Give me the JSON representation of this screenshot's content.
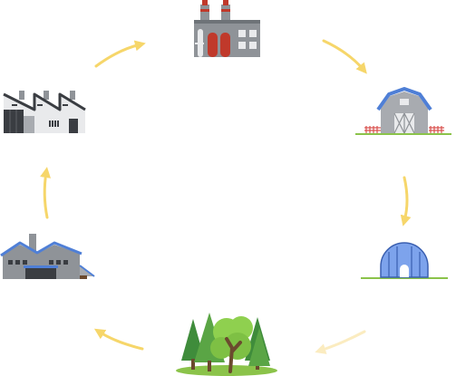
{
  "diagram": {
    "type": "cycle",
    "nodes": [
      {
        "id": "power-plant",
        "icon": "power-plant-icon"
      },
      {
        "id": "barn",
        "icon": "barn-icon"
      },
      {
        "id": "greenhouse",
        "icon": "greenhouse-icon"
      },
      {
        "id": "forest",
        "icon": "forest-icon"
      },
      {
        "id": "warehouse",
        "icon": "warehouse-icon"
      },
      {
        "id": "factory",
        "icon": "factory-icon"
      }
    ],
    "edges": [
      {
        "from": "power-plant",
        "to": "barn"
      },
      {
        "from": "barn",
        "to": "greenhouse"
      },
      {
        "from": "greenhouse",
        "to": "forest"
      },
      {
        "from": "forest",
        "to": "warehouse"
      },
      {
        "from": "warehouse",
        "to": "factory"
      },
      {
        "from": "factory",
        "to": "power-plant"
      }
    ]
  },
  "colors": {
    "arrow": "#f6d66a",
    "arrow_faded": "#fbecc0",
    "building_gray": "#8f9398",
    "building_light": "#e9eaec",
    "roof_blue": "#4f7fd6",
    "tree_green": "#6fb84a",
    "tree_dark": "#3f8c3b",
    "trunk": "#6b4a2e",
    "brick_red": "#c0392b",
    "dark": "#3a3d42"
  }
}
